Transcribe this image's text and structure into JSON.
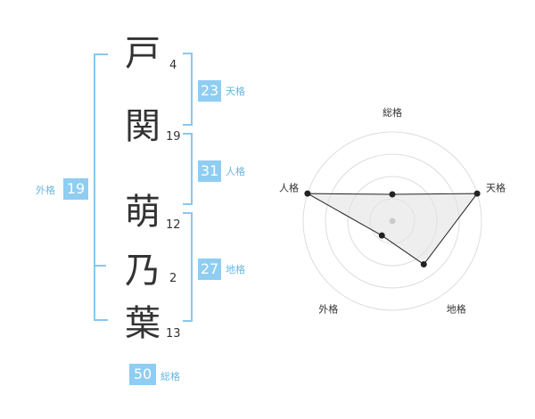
{
  "name": {
    "chars": [
      {
        "char": "戸",
        "strokes": "4"
      },
      {
        "char": "関",
        "strokes": "19"
      },
      {
        "char": "萌",
        "strokes": "12"
      },
      {
        "char": "乃",
        "strokes": "2"
      },
      {
        "char": "葉",
        "strokes": "13"
      }
    ]
  },
  "kaku": {
    "tenkaku": {
      "value": "23",
      "label": "天格"
    },
    "jinkaku": {
      "value": "31",
      "label": "人格"
    },
    "chikaku": {
      "value": "27",
      "label": "地格"
    },
    "gaikaku": {
      "value": "19",
      "label": "外格"
    },
    "soukaku": {
      "value": "50",
      "label": "総格"
    }
  },
  "colors": {
    "accent": "#8fcdf2",
    "label": "#67b7e3",
    "text": "#333333"
  },
  "chart_data": {
    "type": "radar",
    "axes": [
      "総格",
      "天格",
      "地格",
      "外格",
      "人格"
    ],
    "values": [
      0.3,
      1.0,
      0.6,
      0.2,
      1.0
    ],
    "range": [
      0,
      1
    ],
    "rings": 4
  }
}
